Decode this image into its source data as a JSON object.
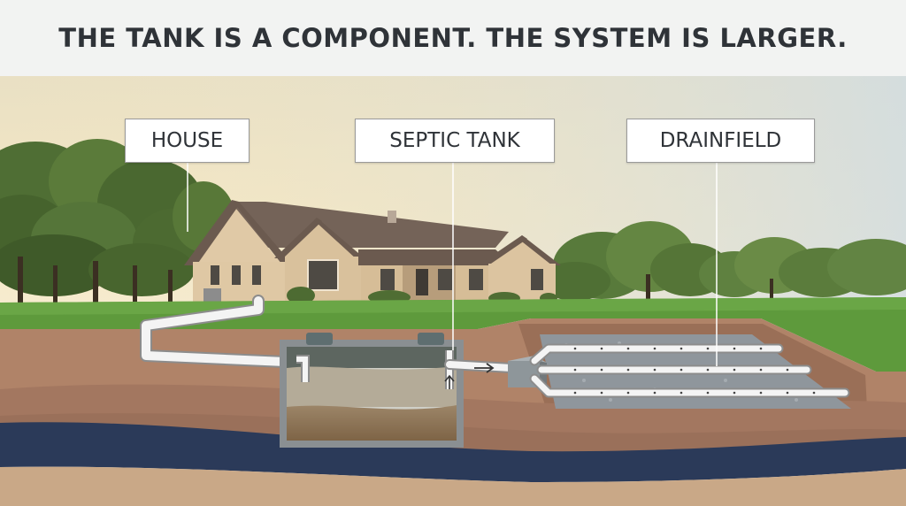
{
  "title": "THE TANK IS A COMPONENT. THE SYSTEM IS LARGER.",
  "labels": {
    "house": "HOUSE",
    "septic_tank": "SEPTIC TANK",
    "drainfield": "DRAINFIELD"
  },
  "colors": {
    "sky_top": "#c9d9df",
    "sky_bottom": "#f3e6c4",
    "grass": "#5e9a3c",
    "soil": "#a77c62",
    "groundwater": "#2c3b5a",
    "pipe": "#f4f4f4",
    "gravel": "#9aa0a6",
    "text": "#2f3338"
  }
}
